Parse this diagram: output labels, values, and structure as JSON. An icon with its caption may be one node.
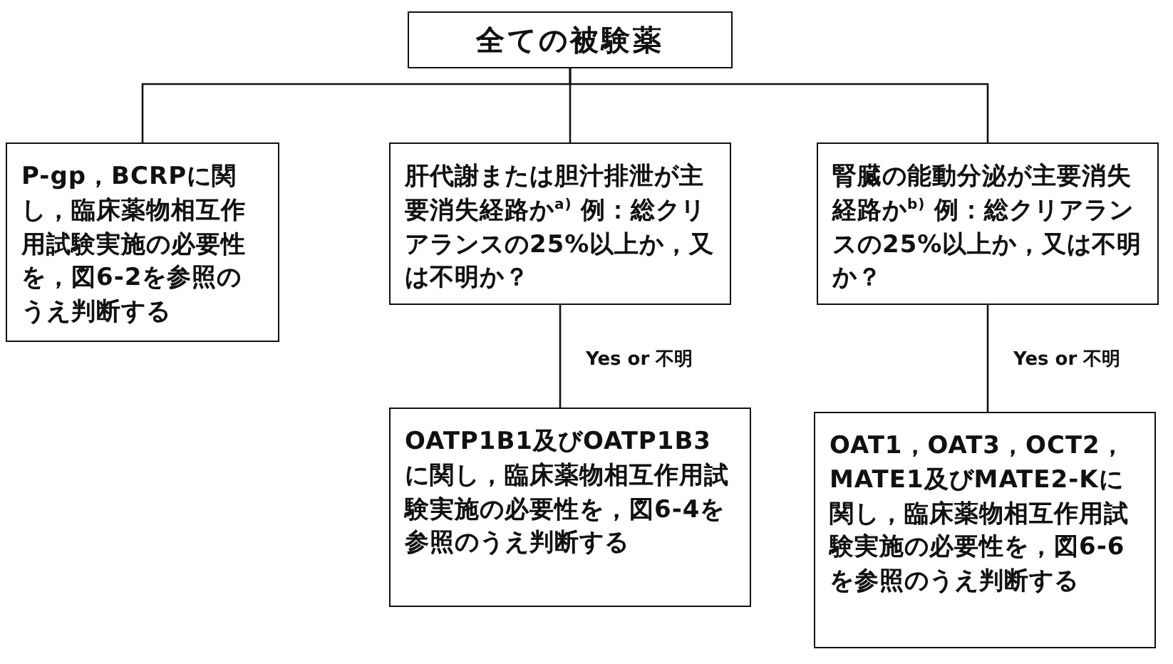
{
  "diagram": {
    "nodes": [
      {
        "text": [
          "全ての被験薬"
        ]
      },
      {
        "text": [
          "P-gp，BCRPに関し，臨床薬物相互作用試験実施の必要性を，図6-2を参照のうえ判断する"
        ]
      },
      {
        "text": [
          "肝代謝または胆汁排泄が主要消失経路か$^{a)}$ 例：総クリアランスの25%以上か，又は不明か？"
        ]
      },
      {
        "text": [
          "腎臓の能動分泌が主要消失経路か$^{b)}$ 例：総クリアランスの25%以上か，又は不明か？"
        ]
      },
      {
        "text": [
          "OATP1B1及びOATP1B3に関し，臨床薬物相互作用試験実施の必要性を，図6-4を参照のうえ判断する"
        ]
      },
      {
        "text": [
          "OAT1，OAT3，OCT2，MATE1及びMATE2-Kに関し，臨床薬物相互作用試験実施の必要性を，図6-6を参照のうえ判断する"
        ]
      }
    ],
    "edges": [
      {
        "from": 0,
        "to": 1,
        "arrow": "none"
      },
      {
        "from": 0,
        "to": 2,
        "arrow": "none"
      },
      {
        "from": 0,
        "to": 3,
        "arrow": "none"
      },
      {
        "from": 2,
        "to": 4,
        "arrow": "none",
        "label": "Yes or 不明"
      },
      {
        "from": 3,
        "to": 5,
        "arrow": "none",
        "label": "Yes or 不明"
      }
    ]
  }
}
